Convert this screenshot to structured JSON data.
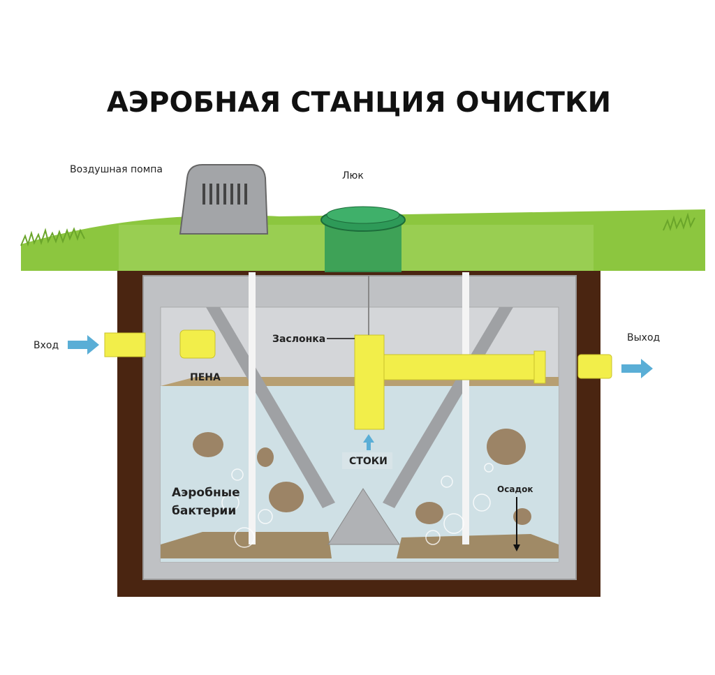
{
  "title": "АЭРОБНАЯ СТАНЦИЯ ОЧИСТКИ",
  "labels": {
    "air_pump": "Воздушная помпа",
    "manhole": "Люк",
    "inlet": "Вход",
    "outlet": "Выход",
    "valve": "Заслонка",
    "foam": "ПЕНА",
    "sewage": "СТОКИ",
    "bacteria_line1": "Аэробные",
    "bacteria_line2": "бактерии",
    "sediment": "Осадок"
  },
  "colors": {
    "grass": "#8cc63f",
    "soil": "#4a2511",
    "tank": "#c9c9cb",
    "water": "#cfe0e6",
    "pipe": "#f2ee4a",
    "arrow": "#5aaed6",
    "sludge": "#a08a66",
    "manhole": "#2e9a58"
  }
}
